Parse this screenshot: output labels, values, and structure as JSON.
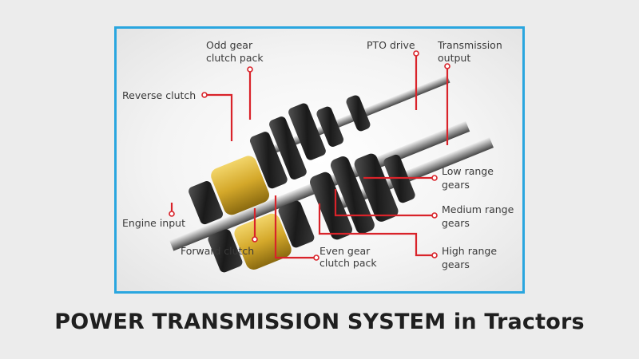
{
  "title": "POWER TRANSMISSION SYSTEM in Tractors",
  "colors": {
    "frame": "#2aa6df",
    "leader": "#d9232a",
    "clutch": "#d4a82a",
    "background": "#ececec"
  },
  "labels": {
    "odd_gear": [
      "Odd gear",
      "clutch pack"
    ],
    "reverse_clutch": "Reverse clutch",
    "pto_drive": "PTO drive",
    "transmission_output": [
      "Transmission",
      "output"
    ],
    "low_range": [
      "Low range",
      "gears"
    ],
    "medium_range": [
      "Medium range",
      "gears"
    ],
    "high_range": [
      "High range",
      "gears"
    ],
    "engine_input": "Engine input",
    "forward_clutch": "Forward clutch",
    "even_gear": [
      "Even gear",
      "clutch pack"
    ]
  }
}
